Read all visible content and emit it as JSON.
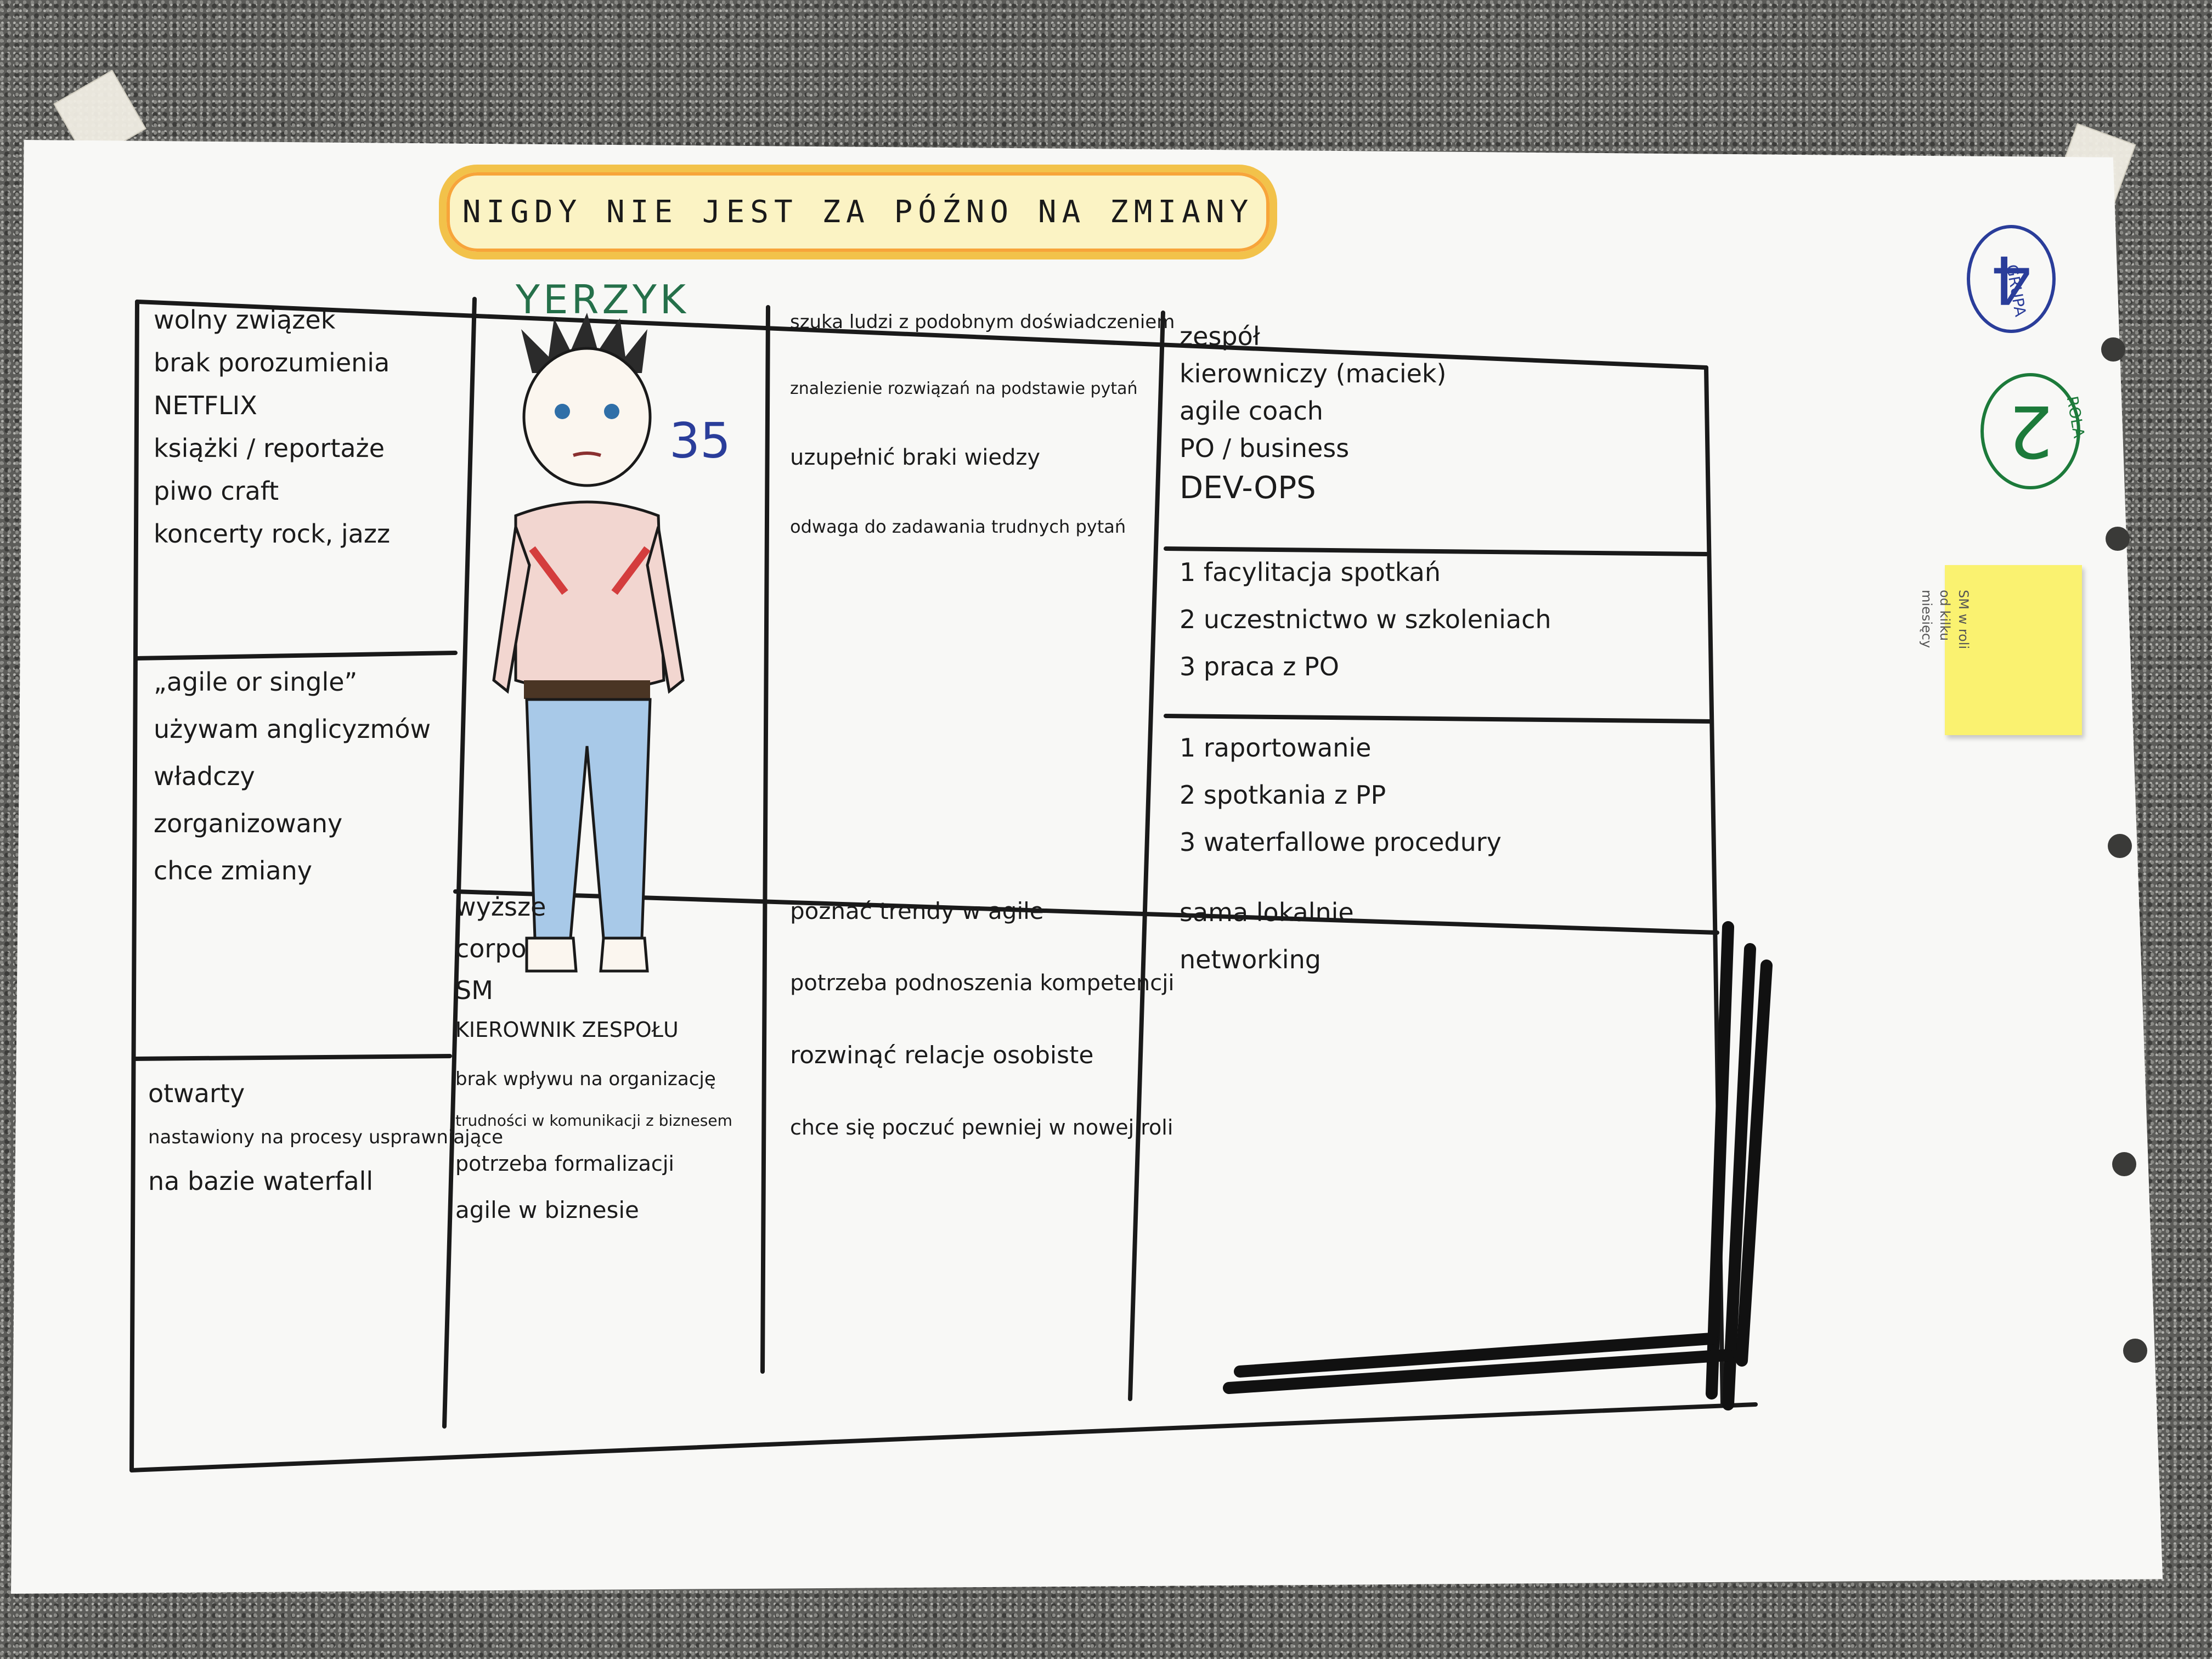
{
  "title": "NIGDY NIE JEST ZA PÓŹNO NA ZMIANY",
  "persona": {
    "name": "YERZYK",
    "age": "35"
  },
  "group": {
    "label": "GRUPA",
    "number": "4"
  },
  "role": {
    "label": "ROLA",
    "number": "2"
  },
  "sticky_note": [
    "SM w roli",
    "od kilku",
    "miesięcy"
  ],
  "cells": {
    "top_left": [
      "wolny związek",
      "brak porozumienia",
      "NETFLIX",
      "książki / reportaże",
      "piwo craft",
      "koncerty rock, jazz"
    ],
    "mid_left": [
      "„agile or single”",
      "używam anglicyzmów",
      "władczy",
      "zorganizowany",
      "chce zmiany"
    ],
    "bottom_left": [
      "otwarty",
      "nastawiony na procesy usprawniające",
      "na bazie waterfall"
    ],
    "under_figure": [
      "wyższe",
      "corpo",
      "SM",
      "KIEROWNIK ZESPOŁU"
    ],
    "bottom_second": [
      "brak wpływu na organizację",
      "trudności w komunikacji z biznesem",
      "potrzeba formalizacji",
      "agile w biznesie"
    ],
    "top_third": [
      "szuka ludzi z podobnym doświadczeniem",
      "znalezienie rozwiązań na podstawie pytań",
      "uzupełnić braki wiedzy",
      "odwaga do zadawania trudnych pytań"
    ],
    "bottom_third": [
      "poznać trendy w agile",
      "potrzeba podnoszenia kompetencji",
      "rozwinąć relacje osobiste",
      "chce się poczuć pewniej w nowej roli"
    ],
    "top_fourth": [
      "zespół",
      "kierowniczy (maciek)",
      "agile coach",
      "PO / business",
      "DEV-OPS"
    ],
    "mid_fourth": [
      "1 facylitacja spotkań",
      "2 uczestnictwo w szkoleniach",
      "3 praca z PO"
    ],
    "low_fourth": [
      "1 raportowanie",
      "2 spotkania z PP",
      "3 waterfallowe procedury"
    ],
    "bottom_fourth": [
      "sama lokalnie",
      "networking"
    ]
  }
}
